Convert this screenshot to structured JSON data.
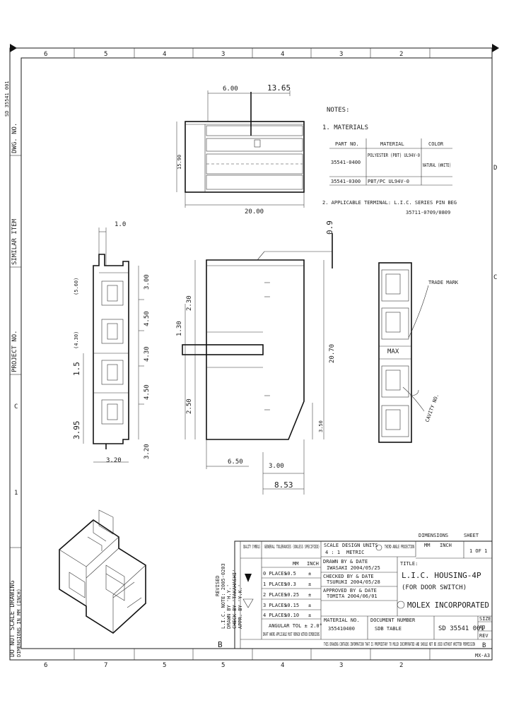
{
  "border": {
    "top_zones": [
      "6",
      "5",
      "4",
      "3",
      "4",
      "3",
      "2"
    ],
    "bottom_zones": [
      "6",
      "7",
      "5",
      "5",
      "4",
      "3",
      "2"
    ],
    "right_zones": [
      "D",
      "C"
    ],
    "left_zones": [
      "C",
      "1"
    ],
    "right_corner": "MX-A3",
    "left_labels": {
      "dwg_no": "DWG. NO.",
      "dwg_no_value": "SD 35541 001",
      "similar_item": "SIMILAR ITEM",
      "project_no": "PROJECT NO.",
      "do_not_scale": "DO NOT SCALE DRAWING",
      "dimensions": "DIMENSIONS IN MM (INCH)"
    }
  },
  "top_view": {
    "dim_left": "6.00",
    "dim_right": "13.65",
    "dim_height": "15.90",
    "dim_width": "20.00"
  },
  "notes": {
    "title": "NOTES:",
    "materials_title": "1. MATERIALS",
    "table_headers": [
      "PART NO.",
      "MATERIAL",
      "COLOR"
    ],
    "rows": [
      {
        "part": "35541-0400",
        "material": "POLYESTER (PBT) UL94V-0",
        "color": "NATURAL (WHITE)"
      },
      {
        "part": "35541-0300",
        "material": "PBT/PC UL94V-0",
        "color": ""
      }
    ],
    "note2_line1": "2. APPLICABLE TERMINAL: L.I.C. SERIES PIN BEG",
    "note2_line2": "35711-0709/0809"
  },
  "left_view": {
    "dim_top": "1.0",
    "dims_right": [
      "3.00",
      "4.50",
      "4.30",
      "4.50",
      "3.20"
    ],
    "dims_left_small": [
      "(5.60)",
      "(4.30)"
    ],
    "dim_bottom": "3.20",
    "dim_left_a": "1.5",
    "dim_left_b": "3.95"
  },
  "center_view": {
    "dim_top": "0.9",
    "dim_left_upper": "2.30",
    "dim_left_mid": "1.30",
    "dim_left_lower": "2.50",
    "dim_right": "20.70",
    "dim_right_small": "3.50",
    "dim_bottom_a": "6.50",
    "dim_bottom_b": "3.00",
    "dim_bottom_c": "8.53"
  },
  "right_view": {
    "label_trade_mark": "TRADE MARK",
    "label_mark": "MAX",
    "label_cavity": "CAVITY NO."
  },
  "title_block": {
    "revision": {
      "rev_label": "REVISED",
      "rev_lines": [
        "L.I.C. NOTE: 2005-0203",
        "DRAWN BY 'H.Y.'",
        "CHECK BY 'TAKAHASHI'",
        "APPR. BY 'Y.K.'"
      ],
      "rev_letter": "B"
    },
    "quality": "QUALITY SYMBOLS",
    "general_tol": "GENERAL TOLERANCES (UNLESS SPECIFIED)",
    "tol_rows": [
      "0 PLACES",
      "1 PLACES",
      "2 PLACES",
      "3 PLACES",
      "4 PLACES"
    ],
    "mm_head": "MM",
    "inch_head": "INCH",
    "tol_mm": [
      "±0.5",
      "±0.3",
      "±0.25",
      "±0.15",
      "±0.10"
    ],
    "tol_inch": [
      "±",
      "±",
      "±",
      "±",
      "±"
    ],
    "angular": "ANGULAR TOL ± 2.0°",
    "draft_note": "DRAFT WHERE APPLICABLE MUST REMAIN WITHIN DIMENSIONS",
    "scale_label": "SCALE",
    "scale_value": "4 : 1",
    "design_units": "DESIGN UNITS",
    "design_value": "METRIC",
    "third_angle": "THIRD ANGLE PROJECTION",
    "drawn_by": "DRAWN BY & DATE",
    "drawn_value": "IWASAKI 2004/05/25",
    "checked_by": "CHECKED BY & DATE",
    "checked_value": "TSURUKI 2004/05/28",
    "approved_by": "APPROVED BY & DATE",
    "approved_value": "TOMITA 2004/06/01",
    "title_label": "TITLE:",
    "title_line1": "L.I.C. HOUSING-4P",
    "title_line2": "(FOR DOOR SWITCH)",
    "company": "MOLEX INCORPORATED",
    "material_no_label": "MATERIAL NO.",
    "material_no": "355410400",
    "doc_type_label": "DOCUMENT NUMBER",
    "doc_type": "SDB TABLE",
    "doc_no": "SD 35541 001",
    "sheet_label": "SHEET",
    "sheet_value": "1 OF 1",
    "size_label": "SIZE",
    "size_value": "A3",
    "rev_label2": "REV",
    "rev_value": "B",
    "dims_label": "DIMENSIONS",
    "dims_mm": "MM",
    "dims_inch": "INCH",
    "general_note": "THIS DRAWING CONTAINS INFORMATION THAT IS PROPRIETARY TO MOLEX INCORPORATED AND SHOULD NOT BE USED WITHOUT WRITTEN PERMISSION"
  }
}
